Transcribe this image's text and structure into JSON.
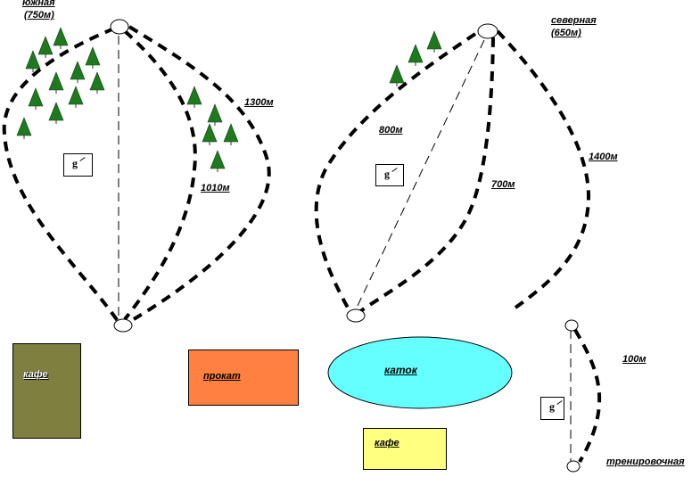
{
  "slopes": [
    {
      "id": "south",
      "name": "южная",
      "length": "(750м)"
    },
    {
      "id": "north",
      "name": "северная",
      "length": "(650м)"
    },
    {
      "id": "training",
      "name": "тренировочная",
      "length": "100м"
    }
  ],
  "trail_labels": {
    "south_outer": "1300м",
    "south_inner": "1010м",
    "north_left": "800м",
    "north_mid": "700м",
    "north_right": "1400м",
    "training": "100м"
  },
  "lift_signs": {
    "south": "g",
    "north": "g",
    "training": "g"
  },
  "facilities": [
    {
      "id": "cafe-1",
      "label": "кафе",
      "color": "#7f7f40"
    },
    {
      "id": "rental",
      "label": "прокат",
      "color": "#ff8040"
    },
    {
      "id": "rink",
      "label": "каток",
      "color": "#66ffff"
    },
    {
      "id": "cafe-2",
      "label": "кафе",
      "color": "#ffff80"
    }
  ],
  "colors": {
    "tree": "#1f7a1f",
    "trail": "#000000",
    "background": "#ffffff"
  }
}
